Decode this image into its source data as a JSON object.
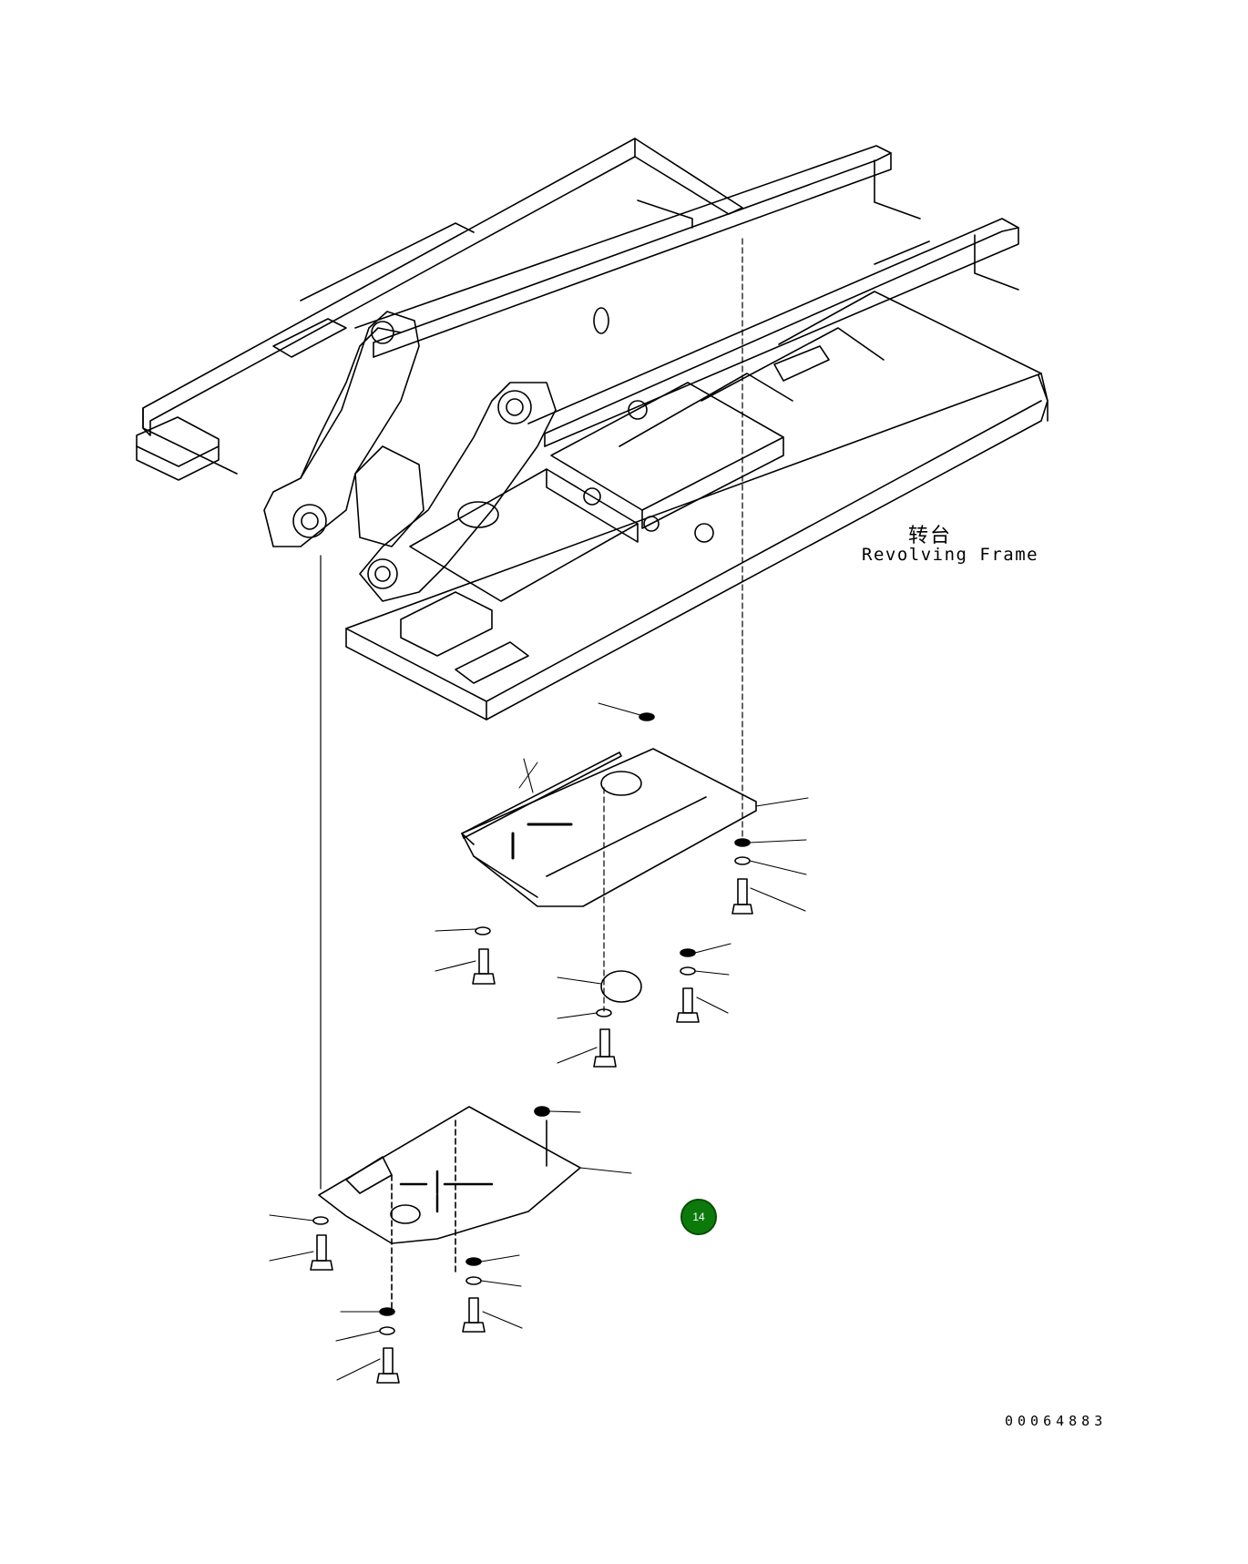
{
  "diagram": {
    "label_cn": "转台",
    "label_en": "Revolving Frame",
    "document_number": "00064883",
    "callout": {
      "number": "14",
      "color": "#0b7a0b"
    },
    "line_color": "#000000",
    "background": "#ffffff"
  }
}
